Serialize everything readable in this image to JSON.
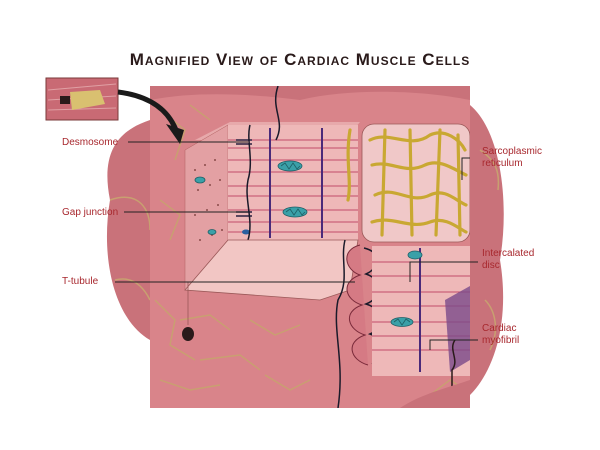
{
  "title": "Magnified View of Cardiac Muscle Cells",
  "labels": {
    "desmosome": "Desmosome",
    "gap_junction": "Gap junction",
    "t_tubule": "T-tubule",
    "sarcoplasmic_line1": "Sarcoplasmic",
    "sarcoplasmic_line2": "reticulum",
    "intercalated_line1": "Intercalated",
    "intercalated_line2": "disc",
    "myofibril_line1": "Cardiac",
    "myofibril_line2": "myofibril"
  },
  "colors": {
    "label_text": "#a8282e",
    "cell_tissue": "#d9848a",
    "cell_light": "#f2c6c4",
    "membrane_lines": "#c8a070",
    "sarcoplasmic": "#c9a832",
    "leader_line": "#222222"
  }
}
